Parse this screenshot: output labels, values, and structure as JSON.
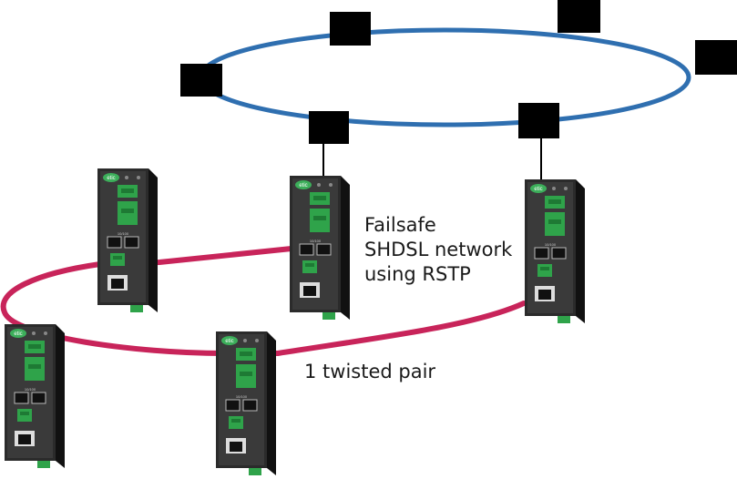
{
  "labels": {
    "ring_line1": "Failsafe",
    "ring_line2": "SHDSL network",
    "ring_line3": "using RSTP",
    "twisted_pair": "1 twisted pair"
  },
  "device_logo": "etic",
  "colors": {
    "backbone_ring": "#2f6fb0",
    "shdsl_ring": "#c8245a",
    "switch_node": "#000000",
    "device_body": "#2b2b2b",
    "terminal_green": "#2fa34a"
  },
  "icons": [
    "switch-node-icon",
    "shdsl-modem-icon",
    "rj45-port-icon",
    "terminal-block-icon"
  ]
}
